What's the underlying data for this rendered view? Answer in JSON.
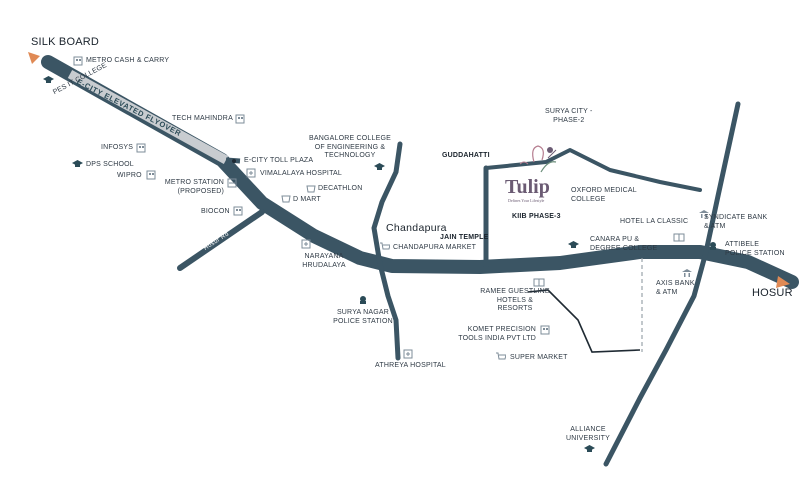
{
  "colors": {
    "road": "#3b5564",
    "road_dark": "#2f4554",
    "flyover": "#c8ccd0",
    "boundary": "#1f2a33",
    "dashed": "#9aa3aa",
    "arrow": "#e08a55",
    "icon": "#7e8c98",
    "icon_teal": "#2b4b57",
    "brand": "#6b5b73",
    "label": "#2f3a45"
  },
  "directions": {
    "silk_board": "SILK BOARD",
    "hosur": "HOSUR"
  },
  "areas": {
    "chandapura": "Chandapura",
    "guddahatti": "GUDDAHATTI",
    "surya_city": "SURYA CITY -\nPHASE-2",
    "kiib_phase": "KIIB PHASE-3",
    "jain_temple": "JAIN TEMPLE"
  },
  "roads": {
    "flyover": "E-CITY ELEVATED FLYOVER",
    "hosur_road": "Hosur Rd"
  },
  "brand": {
    "name": "Tulip",
    "tagline": "Defines Your Lifestyle"
  },
  "landmarks": {
    "metro_cash_carry": "METRO CASH & CARRY",
    "pes_college": "PES IT COLLEGE",
    "tech_mahindra": "TECH MAHINDRA",
    "infosys": "INFOSYS",
    "dps_school": "DPS SCHOOL",
    "wipro": "WIPRO",
    "metro_station": "METRO STATION\n(PROPOSED)",
    "biocon": "BIOCON",
    "ecity_toll": "E-CITY TOLL PLAZA",
    "vimalalaya": "VIMALALAYA HOSPITAL",
    "decathlon": "DECATHLON",
    "d_mart": "D MART",
    "bangalore_college": "BANGALORE COLLEGE\nOF ENGINEERING &\nTECHNOLOGY",
    "chandapura_market": "CHANDAPURA MARKET",
    "narayana": "NARAYANA\nHRUDALAYA",
    "surya_nagar": "SURYA NAGAR\nPOLICE STATION",
    "athreya": "ATHREYA HOSPITAL",
    "oxford": "OXFORD MEDICAL\nCOLLEGE",
    "canara": "CANARA PU &\nDEGREE COLLEGE",
    "hotel_la": "HOTEL LA CLASSIC",
    "syndicate": "SYNDICATE BANK\n& ATM",
    "attibele": "ATTIBELE\nPOLICE STATION",
    "axis": "AXIS BANK\n& ATM",
    "ramee": "RAMEE GUESTLINE\nHOTELS & RESORTS",
    "komet": "KOMET PRECISION\nTOOLS INDIA PVT LTD",
    "super_market": "SUPER MARKET",
    "alliance": "ALLIANCE\nUNIVERSITY"
  }
}
